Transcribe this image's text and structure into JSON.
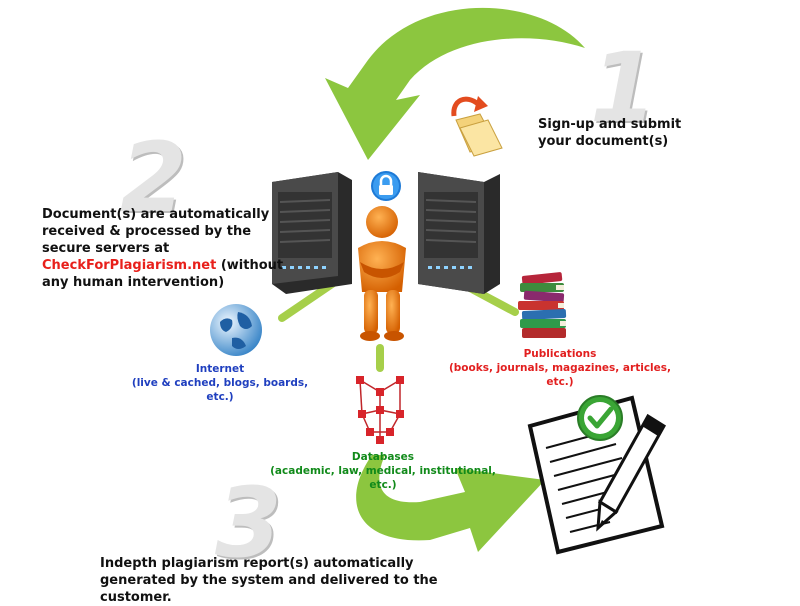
{
  "colors": {
    "arrow_green": "#8cc63f",
    "connector_green": "#a6cf4a",
    "number_gray": "#c8c8c8",
    "internet_blue": "#1f3fbf",
    "publications_red": "#e21f1f",
    "databases_green": "#118a1a",
    "brand_red": "#e8201b",
    "figure_orange": "#f07c12"
  },
  "icons": [
    "folder-icon",
    "server-icon",
    "lock-icon",
    "person-figure-icon",
    "globe-icon",
    "books-icon",
    "network-icon",
    "document-icon",
    "checkmark-icon",
    "pen-icon"
  ],
  "steps": [
    {
      "number": "1",
      "text": "Sign-up and submit your document(s)"
    },
    {
      "number": "2",
      "text_before": "Document(s) are automatically received & processed by the secure servers at",
      "brand": "CheckForPlagiarism.net",
      "text_after": "(without any human intervention)"
    },
    {
      "number": "3",
      "text": "Indepth plagiarism report(s) automatically generated by the system and delivered to the customer."
    }
  ],
  "sources": {
    "internet": {
      "title": "Internet",
      "detail": "(live & cached, blogs, boards, etc.)"
    },
    "publications": {
      "title": "Publications",
      "detail": "(books, journals, magazines, articles, etc.)"
    },
    "databases": {
      "title": "Databases",
      "detail": "(academic, law, medical, institutional, etc.)"
    }
  }
}
